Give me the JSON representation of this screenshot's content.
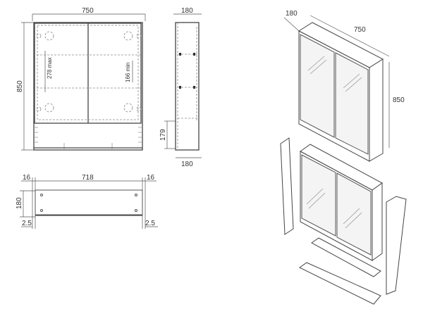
{
  "front_view": {
    "width": "750",
    "height": "850",
    "shelf_spacing": "278 max",
    "min_gap": "166 min"
  },
  "side_view": {
    "depth_top": "180",
    "depth_bottom": "180",
    "bottom_height": "179"
  },
  "top_view": {
    "left_panel": "16",
    "inner_width": "718",
    "right_panel": "16",
    "depth": "180",
    "left_offset": "2.5",
    "right_offset": "2.5"
  },
  "iso_view": {
    "depth": "180",
    "width": "750",
    "height": "850"
  }
}
